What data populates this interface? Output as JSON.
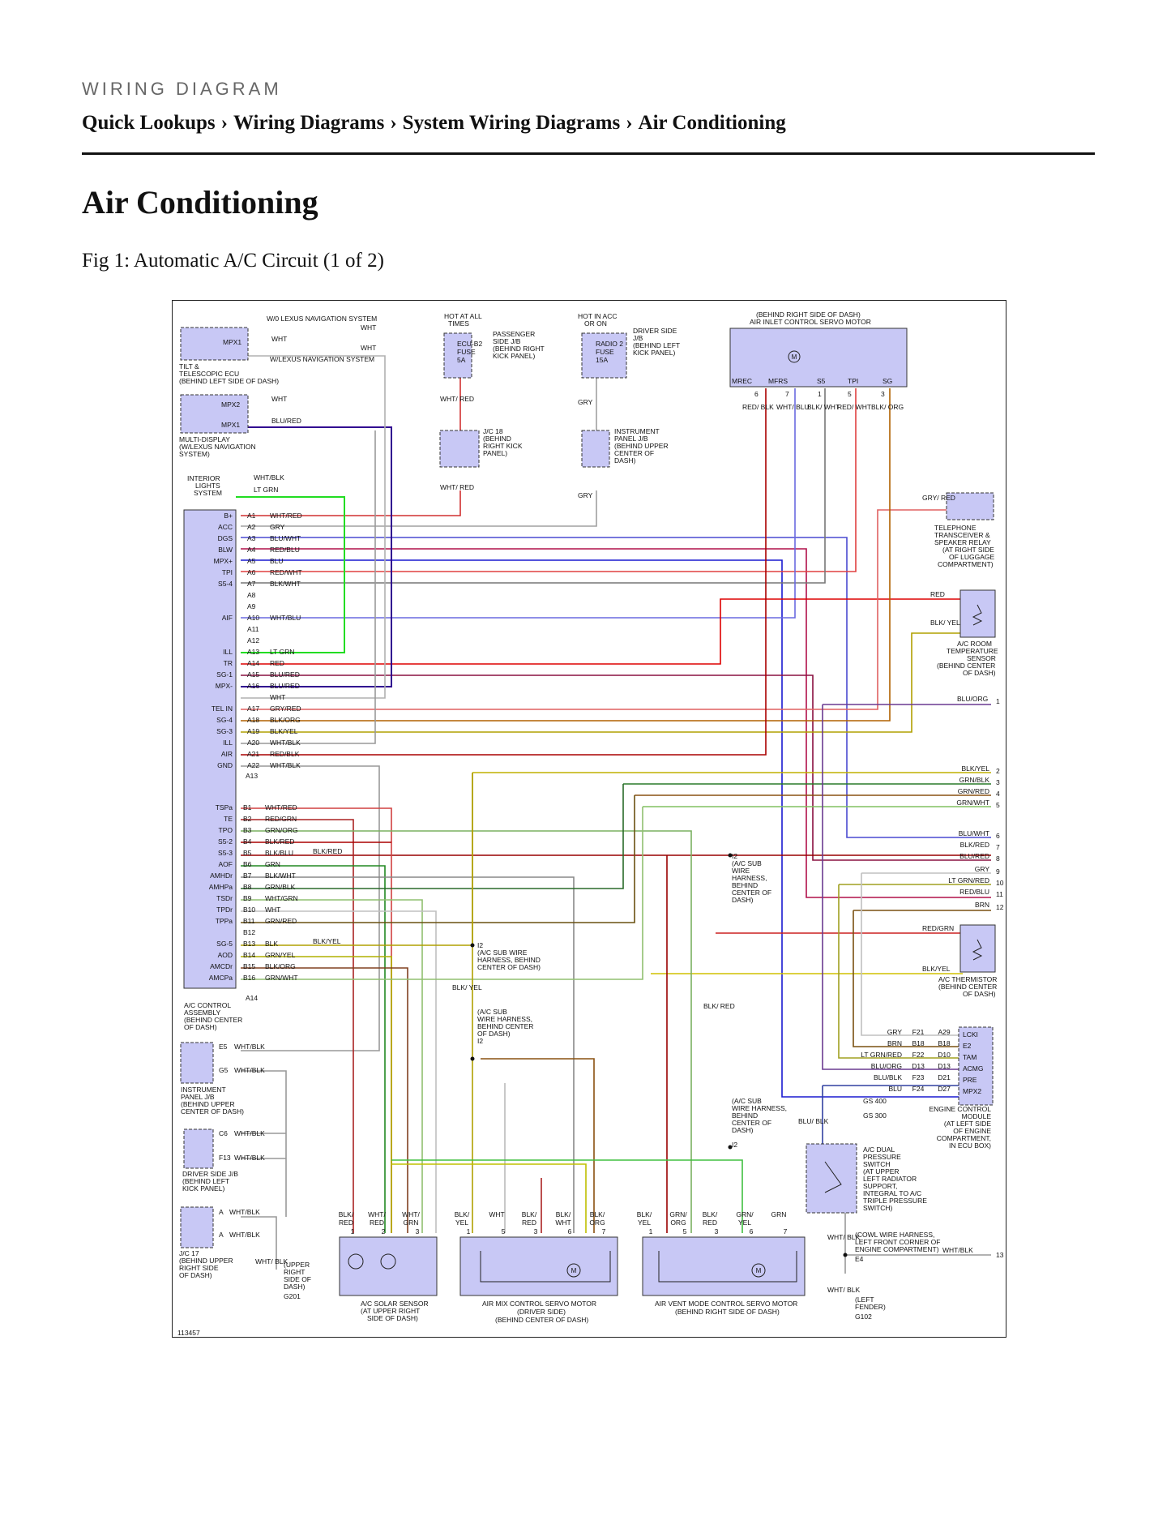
{
  "header": {
    "caption": "WIRING DIAGRAM",
    "breadcrumb": [
      "Quick Lookups",
      "Wiring Diagrams",
      "System Wiring Diagrams",
      "Air Conditioning"
    ],
    "separator": "›"
  },
  "page": {
    "title": "Air Conditioning",
    "figure_caption": "Fig 1: Automatic A/C Circuit (1 of 2)"
  },
  "diagram": {
    "id_label": "113457",
    "top": {
      "nav_wo": "W/0 LEXUS NAVIGATION SYSTEM",
      "nav_w": "W/LEXUS NAVIGATION SYSTEM",
      "wht": "WHT",
      "mpx1": "MPX1",
      "tilt_ecu": [
        "TILT &",
        "TELESCOPIC ECU",
        "(BEHIND LEFT SIDE OF DASH)"
      ],
      "mpx2": "MPX2",
      "a8_wht": "WHT",
      "a2_blured": "BLU/RED",
      "multi_display": [
        "MULTI-DISPLAY",
        "(W/LEXUS NAVIGATION",
        "SYSTEM)"
      ],
      "interior_lights": [
        "INTERIOR",
        "LIGHTS",
        "SYSTEM"
      ],
      "wht_blk": "WHT/BLK",
      "lt_grn": "LT GRN",
      "hot_all": [
        "HOT AT ALL",
        "TIMES"
      ],
      "ecu_b2": [
        "ECU-B2",
        "FUSE",
        "5A"
      ],
      "pass_jb": [
        "PASSENGER",
        "SIDE J/B",
        "(BEHIND RIGHT",
        "KICK PANEL)"
      ],
      "hot_acc": [
        "HOT IN ACC",
        "OR ON"
      ],
      "radio2": [
        "RADIO 2",
        "FUSE",
        "15A"
      ],
      "driver_jb": [
        "DRIVER SIDE",
        "J/B",
        "(BEHIND LEFT",
        "KICK PANEL)"
      ],
      "jc18": [
        "J/C 18",
        "(BEHIND",
        "RIGHT KICK",
        "PANEL)"
      ],
      "inst_jb": [
        "INSTRUMENT",
        "PANEL J/B",
        "(BEHIND UPPER",
        "CENTER OF",
        "DASH)"
      ],
      "whtred": "WHT/ RED",
      "gry": "GRY",
      "servo_inlet": [
        "(BEHIND RIGHT SIDE OF DASH)",
        "AIR INLET CONTROL SERVO MOTOR"
      ],
      "servo_pins": [
        "MREC",
        "MFRS",
        "S5",
        "TPI",
        "SG"
      ],
      "servo_nums": [
        "6",
        "7",
        "1",
        "5",
        "3"
      ],
      "servo_wires": [
        "RED/ BLK",
        "WHT/ BLU",
        "BLK/ WHT",
        "RED/ WHT",
        "BLK/ ORG"
      ]
    },
    "connector_a": {
      "pins": [
        "B+",
        "ACC",
        "DGS",
        "BLW",
        "MPX+",
        "TPI",
        "S5-4",
        "",
        "",
        "AIF",
        "",
        "",
        "ILL",
        "TR",
        "SG-1",
        "MPX-",
        "",
        "TEL IN",
        "SG-4",
        "SG-3",
        "ILL",
        "AIR",
        "GND"
      ],
      "ids": [
        "A1",
        "A2",
        "A3",
        "A4",
        "A5",
        "A6",
        "A7",
        "A8",
        "A9",
        "A10",
        "A11",
        "A12",
        "A13",
        "A14",
        "A15",
        "A16",
        "",
        "A17",
        "A18",
        "A19",
        "A20",
        "A21",
        "A22"
      ],
      "wires": [
        "WHT/RED",
        "GRY",
        "BLU/WHT",
        "RED/BLU",
        "BLU",
        "RED/WHT",
        "BLK/WHT",
        "",
        "",
        "WHT/BLU",
        "",
        "",
        "LT GRN",
        "RED",
        "BLU/RED",
        "BLU/RED",
        "WHT",
        "GRY/RED",
        "BLK/ORG",
        "BLK/YEL",
        "WHT/BLK",
        "RED/BLK",
        "WHT/BLK"
      ],
      "a13": "A13"
    },
    "connector_b": {
      "pins": [
        "TSPa",
        "TE",
        "TPO",
        "S5-2",
        "S5-3",
        "AOF",
        "AMHDr",
        "AMHPa",
        "TSDr",
        "TPDr",
        "TPPa",
        "",
        "SG-5",
        "AOD",
        "AMCDr",
        "AMCPa"
      ],
      "ids": [
        "B1",
        "B2",
        "B3",
        "B4",
        "B5",
        "B6",
        "B7",
        "B8",
        "B9",
        "B10",
        "B11",
        "B12",
        "B13",
        "B14",
        "B15",
        "B16"
      ],
      "wires": [
        "WHT/RED",
        "RED/GRN",
        "GRN/ORG",
        "BLK/RED",
        "BLK/BLU",
        "GRN",
        "BLK/WHT",
        "GRN/BLK",
        "WHT/GRN",
        "WHT",
        "GRN/RED",
        "",
        "BLK",
        "GRN/YEL",
        "BLK/ORG",
        "GRN/WHT"
      ],
      "a14": "A14",
      "blkred": "BLK/RED",
      "blkyel": "BLK/YEL"
    },
    "ac_control": [
      "A/C CONTROL",
      "ASSEMBLY",
      "(BEHIND CENTER",
      "OF DASH)"
    ],
    "right": {
      "tel": [
        "TELEPHONE",
        "TRANSCEIVER &",
        "SPEAKER RELAY",
        "(AT RIGHT SIDE",
        "OF LUGGAGE",
        "COMPARTMENT)"
      ],
      "tel_wire": "GRY/ RED",
      "room_sensor": [
        "A/C ROOM",
        "TEMPERATURE",
        "SENSOR",
        "(BEHIND CENTER",
        "OF DASH)"
      ],
      "room_red": "RED",
      "room_blkyel": "BLK/ YEL",
      "bluorg": "BLU/ORG",
      "list": [
        "BLK/YEL",
        "GRN/BLK",
        "GRN/RED",
        "GRN/WHT",
        "BLU/WHT",
        "BLK/RED",
        "BLU/RED",
        "GRY",
        "LT GRN/RED",
        "RED/BLU",
        "BRN"
      ],
      "list_nums": [
        "2",
        "3",
        "4",
        "5",
        "6",
        "7",
        "8",
        "9",
        "10",
        "11",
        "12"
      ],
      "thermistor": [
        "A/C THERMISTOR",
        "(BEHIND CENTER",
        "OF DASH)"
      ],
      "redgrn": "RED/GRN",
      "blkyel": "BLK/YEL",
      "i2_a": [
        "I2",
        "(A/C SUB",
        "WIRE",
        "HARNESS,",
        "BEHIND",
        "CENTER OF",
        "DASH)"
      ],
      "i2_b": [
        "I2",
        "(A/C SUB WIRE",
        "HARNESS, BEHIND",
        "CENTER OF DASH)"
      ],
      "i2_c": [
        "(A/C SUB",
        "WIRE HARNESS,",
        "BEHIND CENTER",
        "OF DASH)",
        "I2"
      ],
      "i2_d": [
        "(A/C SUB",
        "WIRE HARNESS,",
        "BEHIND",
        "CENTER OF",
        "DASH)",
        "I2"
      ],
      "blk_yel2": "BLK/ YEL",
      "blk_red2": "BLK/ RED",
      "ecm_wires": [
        "GRY",
        "BRN",
        "LT GRN/RED",
        "BLU/ORG",
        "BLU/BLK",
        "BLU"
      ],
      "ecm_f": [
        "F21",
        "B18",
        "F22",
        "D13",
        "F23",
        "F24"
      ],
      "ecm_a": [
        "A29",
        "B18",
        "D10",
        "D13",
        "D21",
        "D27"
      ],
      "ecm_pins": [
        "LCKI",
        "E2",
        "TAM",
        "ACMG",
        "PRE",
        "MPX2"
      ],
      "ecm": [
        "ENGINE CONTROL",
        "MODULE",
        "(AT LEFT SIDE",
        "OF ENGINE",
        "COMPARTMENT,",
        "IN ECU BOX)"
      ],
      "gs400": "GS 400",
      "gs300": "GS 300",
      "blublk": "BLU/ BLK",
      "dual_switch": [
        "A/C DUAL",
        "PRESSURE",
        "SWITCH",
        "(AT UPPER",
        "LEFT RADIATOR",
        "SUPPORT,",
        "INTEGRAL TO A/C",
        "TRIPLE PRESSURE",
        "SWITCH)"
      ],
      "cowl": [
        "(COWL WIRE HARNESS,",
        "LEFT FRONT CORNER OF",
        "ENGINE COMPARTMENT)",
        "E4"
      ],
      "whtblk": "WHT/ BLK",
      "whtblk13": "WHT/BLK",
      "num13": "13",
      "left_fender": [
        "(LEFT",
        "FENDER)",
        "G102"
      ]
    },
    "left": {
      "e5": "E5",
      "g5": "G5",
      "whtblk": "WHT/BLK",
      "inst_jb": [
        "INSTRUMENT",
        "PANEL J/B",
        "(BEHIND UPPER",
        "CENTER OF DASH)"
      ],
      "c6": "C6",
      "f13": "F13",
      "drv_jb": [
        "DRIVER SIDE J/B",
        "(BEHIND LEFT",
        "KICK PANEL)"
      ],
      "a": "A",
      "jc17": [
        "J/C 17",
        "(BEHIND UPPER",
        "RIGHT SIDE",
        "OF DASH)"
      ],
      "whtblk2": "WHT/ BLK",
      "upper_right": [
        "(UPPER",
        "RIGHT",
        "SIDE OF",
        "DASH)",
        "G201"
      ]
    },
    "bottom": {
      "solar_wires": [
        "BLK/ RED",
        "WHT/ RED",
        "WHT/ GRN"
      ],
      "solar": [
        "A/C SOLAR SENSOR",
        "(AT UPPER RIGHT",
        "SIDE OF DASH)"
      ],
      "mix_wires": [
        "BLK/ YEL",
        "WHT",
        "BLK/ RED",
        "BLK/ WHT",
        "BLK/ ORG"
      ],
      "mix": [
        "AIR MIX CONTROL SERVO MOTOR",
        "(DRIVER SIDE)",
        "(BEHIND CENTER OF DASH)"
      ],
      "vent_wires": [
        "BLK/ YEL",
        "GRN/ ORG",
        "BLK/ RED",
        "GRN/ YEL",
        "GRN"
      ],
      "vent": [
        "AIR VENT MODE CONTROL SERVO MOTOR",
        "(BEHIND RIGHT SIDE OF DASH)"
      ]
    }
  },
  "colors": {
    "ink": "#111111",
    "box_fill": "#c8c8f5",
    "wire_red": "#cc0000",
    "wire_blue": "#1a1ad0",
    "wire_green": "#22cc22",
    "wire_gray": "#9a9a9a"
  }
}
